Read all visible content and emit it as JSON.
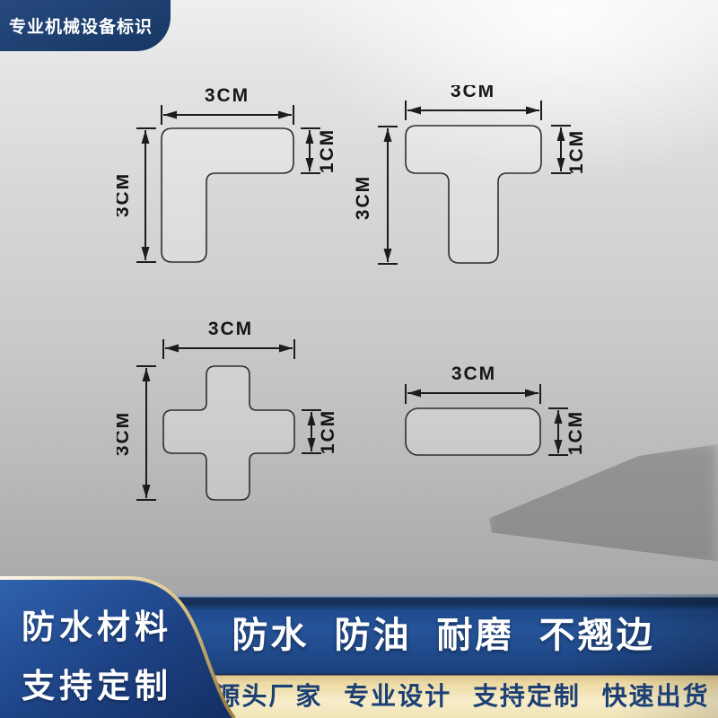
{
  "banner": {
    "title": "专业机械设备标识"
  },
  "diagrams": [
    {
      "width_label": "3CM",
      "height_label": "3CM",
      "thickness_label": "1CM"
    },
    {
      "width_label": "3CM",
      "height_label": "3CM",
      "thickness_label": "1CM"
    },
    {
      "width_label": "3CM",
      "height_label": "3CM",
      "thickness_label": "1CM"
    },
    {
      "width_label": "3CM",
      "thickness_label": "1CM"
    }
  ],
  "side_panel": {
    "line1": "防水材料",
    "line2": "支持定制"
  },
  "feature_bar": {
    "text": "防水 防油 耐磨 不翘边"
  },
  "service_bar": {
    "text": "源头厂家 专业设计 支持定制 快速出货"
  },
  "colors": {
    "banner_blue": "#1d4070",
    "panel_blue": "#1e4486",
    "bar_blue": "#23509a",
    "cream": "#f2e4b7",
    "trim_gold": "#d9c083",
    "text_navy": "#1c3f74",
    "background_gray": "#c9c9c9"
  }
}
